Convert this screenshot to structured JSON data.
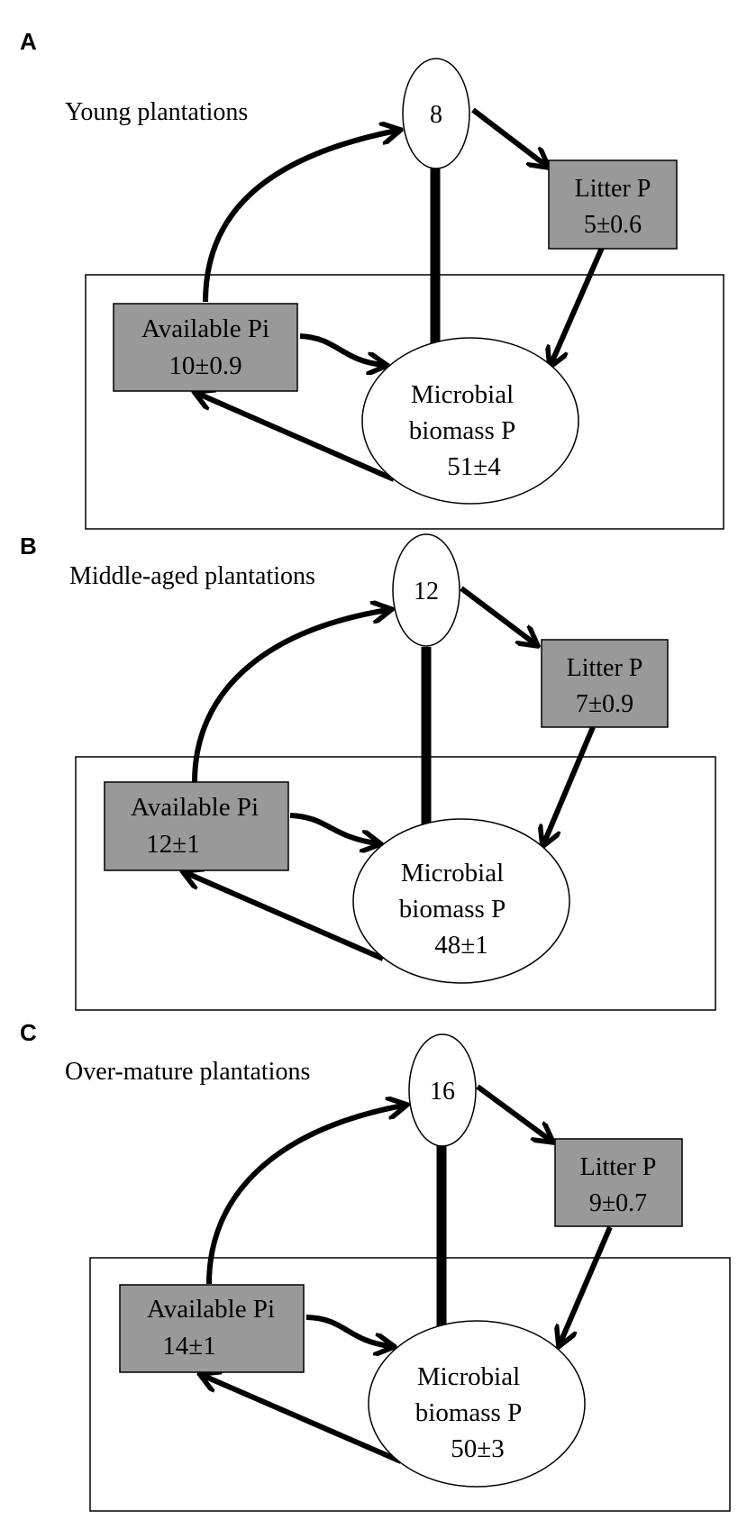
{
  "panels": [
    {
      "letter": "A",
      "title": "Young plantations",
      "uptake": "8",
      "litter": {
        "label": "Litter P",
        "value": "5±0.6"
      },
      "available": {
        "label": "Available Pi",
        "value": "10±0.9"
      },
      "microbial": {
        "line1": "Microbial",
        "line2": "biomass P",
        "value": "51±4"
      }
    },
    {
      "letter": "B",
      "title": "Middle-aged plantations",
      "uptake": "12",
      "litter": {
        "label": "Litter P",
        "value": "7±0.9"
      },
      "available": {
        "label": "Available Pi",
        "value": "12±1"
      },
      "microbial": {
        "line1": "Microbial",
        "line2": "biomass P",
        "value": "48±1"
      }
    },
    {
      "letter": "C",
      "title": "Over-mature plantations",
      "uptake": "16",
      "litter": {
        "label": "Litter P",
        "value": "9±0.7"
      },
      "available": {
        "label": "Available Pi",
        "value": "14±1"
      },
      "microbial": {
        "line1": "Microbial",
        "line2": "biomass P",
        "value": "50±3"
      }
    }
  ],
  "colors": {
    "box_fill": "#999999",
    "line": "#000000",
    "background": "#ffffff"
  }
}
